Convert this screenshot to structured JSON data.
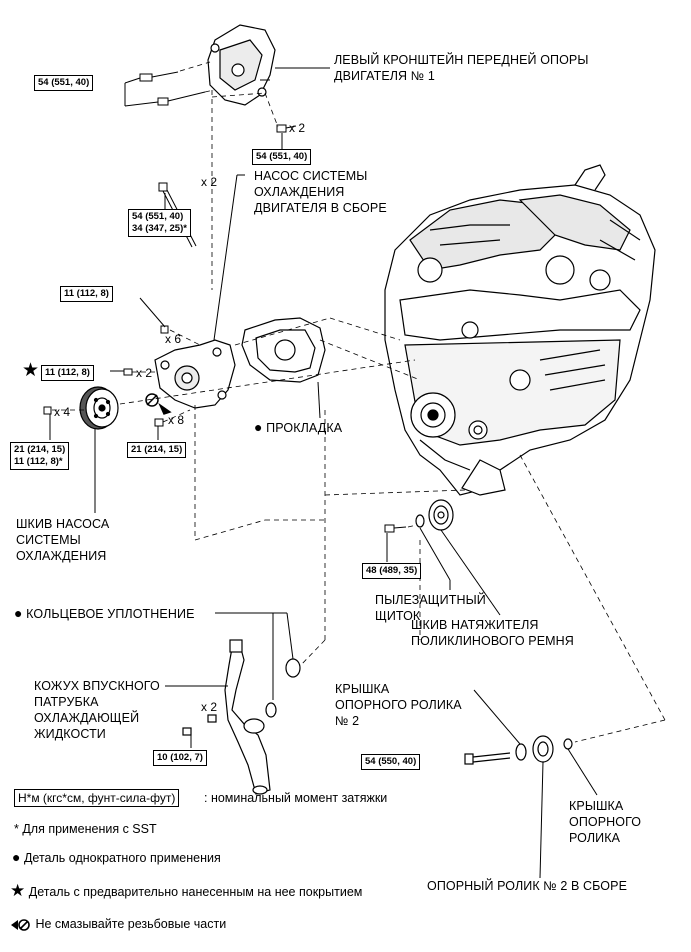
{
  "labels": {
    "left_bracket": [
      "ЛЕВЫЙ КРОНШТЕЙН ПЕРЕДНЕЙ ОПОРЫ",
      "ДВИГАТЕЛЯ № 1"
    ],
    "water_pump": [
      "НАСОС СИСТЕМЫ",
      "ОХЛАЖДЕНИЯ",
      "ДВИГАТЕЛЯ В СБОРЕ"
    ],
    "gasket": "ПРОКЛАДКА",
    "pump_pulley": [
      "ШКИВ НАСОСА",
      "СИСТЕМЫ",
      "ОХЛАЖДЕНИЯ"
    ],
    "dust_shield": [
      "ПЫЛЕЗАЩИТНЫЙ",
      "ЩИТОК"
    ],
    "tensioner_pulley": [
      "ШКИВ НАТЯЖИТЕЛЯ",
      "ПОЛИКЛИНОВОГО РЕМНЯ"
    ],
    "o_ring": "КОЛЬЦЕВОЕ УПЛОТНЕНИЕ",
    "inlet_housing": [
      "КОЖУХ ВПУСКНОГО",
      "ПАТРУБКА",
      "ОХЛАЖДАЮЩЕЙ",
      "ЖИДКОСТИ"
    ],
    "idler_cover2": [
      "КРЫШКА",
      "ОПОРНОГО РОЛИКА",
      "№ 2"
    ],
    "idler_cover": [
      "КРЫШКА",
      "ОПОРНОГО",
      "РОЛИКА"
    ],
    "idler_assy": "ОПОРНЫЙ РОЛИК № 2 В СБОРЕ"
  },
  "torques": {
    "t1": "54 (551, 40)",
    "t2": "54 (551, 40)",
    "t3a": "54 (551, 40)",
    "t3b": "34 (347, 25)*",
    "t4": "11 (112, 8)",
    "t5": "11 (112, 8)",
    "t6a": "21 (214, 15)",
    "t6b": "11 (112, 8)*",
    "t7": "21 (214, 15)",
    "t8": "48 (489, 35)",
    "t9": "10 (102, 7)",
    "t10": "54 (550, 40)"
  },
  "quantities": {
    "q1": "x 2",
    "q2": "x 2",
    "q3": "x 6",
    "q4": "x 2",
    "q5": "x 4",
    "q6": "x 8",
    "q7": "x 2"
  },
  "legend": {
    "unit_box": "Н*м (кгс*см, фунт-сила-фут)",
    "unit_text": ": номинальный момент затяжки",
    "sst_note": "* Для применения с SST",
    "single_use": "Деталь однократного применения",
    "precoated": "Деталь с предварительно нанесенным на нее покрытием",
    "no_lube": "Не смазывайте резьбовые части"
  },
  "icons": [
    "star-icon",
    "filled-circle-icon",
    "no-oil-icon"
  ],
  "colors": {
    "line": "#000000",
    "background": "#ffffff"
  }
}
